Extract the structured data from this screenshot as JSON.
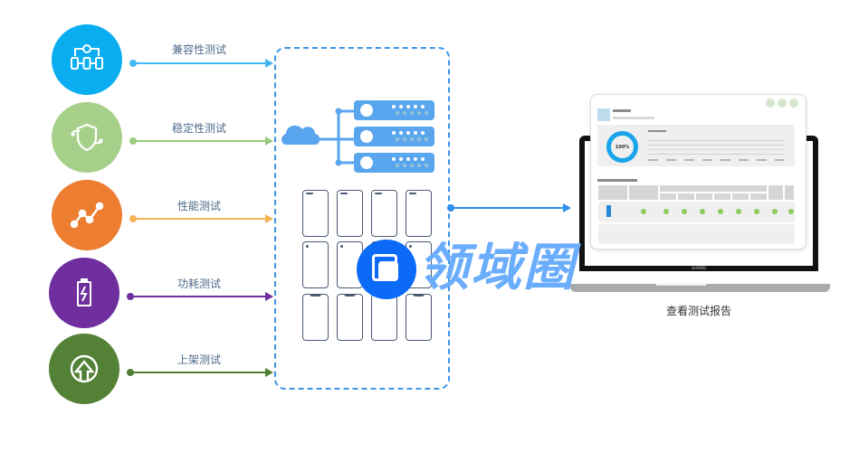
{
  "diagram": {
    "test_types": [
      {
        "label": "兼容性测试",
        "icon": "hierarchy-network-icon",
        "color": "#0aaef0",
        "arrow_color": "#41b8ef"
      },
      {
        "label": "稳定性测试",
        "icon": "shield-rotate-icon",
        "color": "#a6d08a",
        "arrow_color": "#9ccb7f"
      },
      {
        "label": "性能测试",
        "icon": "line-chart-icon",
        "color": "#ed7d31",
        "arrow_color": "#f5b358"
      },
      {
        "label": "功耗测试",
        "icon": "battery-charge-icon",
        "color": "#6f2f9f",
        "arrow_color": "#6f2f9f"
      },
      {
        "label": "上架测试",
        "icon": "upload-arrow-icon",
        "color": "#538135",
        "arrow_color": "#4f7e33"
      }
    ],
    "cloud_servers": {
      "icon": "cloud-icon",
      "server_count": 3,
      "color": "#59a6ee"
    },
    "device_grid": {
      "rows": 3,
      "cols": 4,
      "icon": "phone-icon"
    },
    "output_arrow_color": "#2f8fea",
    "report": {
      "progress_label": "100%",
      "progress_percent": 100,
      "brand": "HUAWEI",
      "caption": "查看测试报告"
    },
    "watermark": {
      "text": "领域圈",
      "color": "#6aadfc",
      "logo_color": "#0b6af7"
    },
    "container_border_color": "#3d95ea"
  }
}
